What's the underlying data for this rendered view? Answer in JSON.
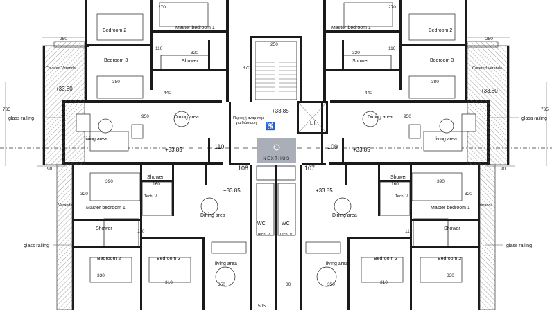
{
  "logo": {
    "text": "NEXTHUS"
  },
  "rooms": {
    "bedroom2": "Bedroom 2",
    "bedroom3": "Bedroom 3",
    "master_bedroom1": "Master bedroom 1",
    "master_bedroom1_lower": "Master bedroom 1",
    "shower": "Shower",
    "dining_area": "Dining area",
    "living_area": "living area",
    "lift": "Lift",
    "covered_veranda": "Covered Veranda",
    "escape_line1": "Περιοχή αναμονής",
    "escape_line2": "για διάσωση",
    "wc": "WC",
    "tech_v": "Tech. V.",
    "veranda_small": "Veranda"
  },
  "notes": {
    "glass_railing": "glass railing"
  },
  "levels": {
    "level": "+33.85",
    "level_top": "+33.80"
  },
  "apartments": {
    "a110": "110",
    "a109": "109",
    "a108": "108",
    "a107": "107"
  },
  "dims": {
    "d250": "250",
    "d270": "270",
    "d110": "110",
    "d320": "320",
    "d380": "380",
    "d440": "440",
    "d950": "950",
    "d370": "370",
    "d735": "735",
    "d90": "90",
    "d390": "390",
    "d160": "160",
    "d330": "330",
    "d310": "310",
    "d350": "350",
    "d80": "80",
    "d505": "505"
  }
}
